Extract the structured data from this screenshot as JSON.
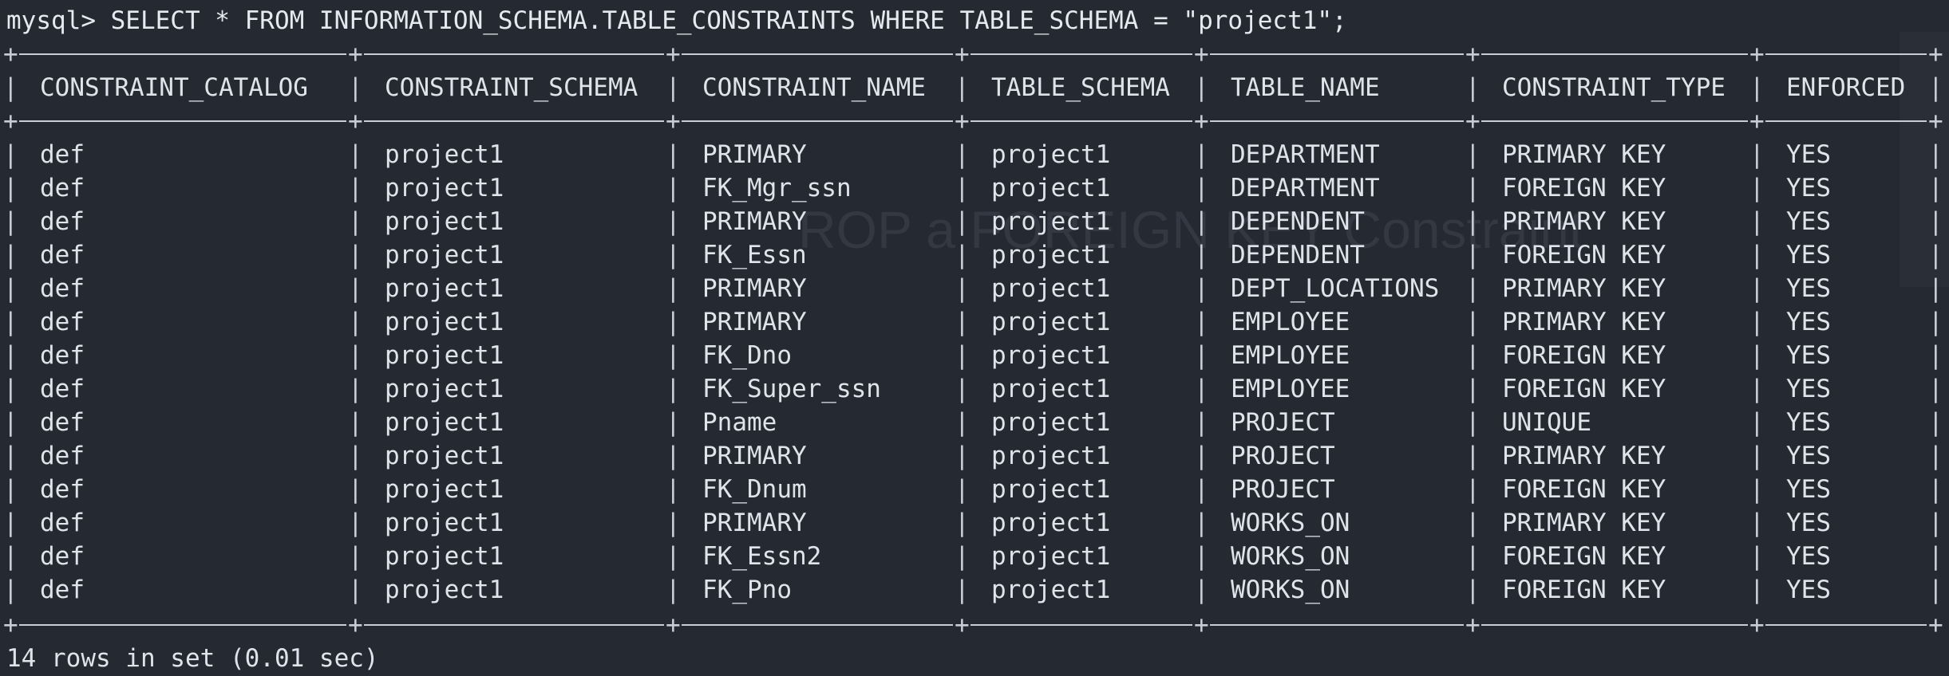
{
  "terminal": {
    "prompt": "mysql> SELECT * FROM INFORMATION_SCHEMA.TABLE_CONSTRAINTS WHERE TABLE_SCHEMA = \"project1\";",
    "columns": [
      "CONSTRAINT_CATALOG",
      "CONSTRAINT_SCHEMA",
      "CONSTRAINT_NAME",
      "TABLE_SCHEMA",
      "TABLE_NAME",
      "CONSTRAINT_TYPE",
      "ENFORCED"
    ],
    "rows": [
      [
        "def",
        "project1",
        "PRIMARY",
        "project1",
        "DEPARTMENT",
        "PRIMARY KEY",
        "YES"
      ],
      [
        "def",
        "project1",
        "FK_Mgr_ssn",
        "project1",
        "DEPARTMENT",
        "FOREIGN KEY",
        "YES"
      ],
      [
        "def",
        "project1",
        "PRIMARY",
        "project1",
        "DEPENDENT",
        "PRIMARY KEY",
        "YES"
      ],
      [
        "def",
        "project1",
        "FK_Essn",
        "project1",
        "DEPENDENT",
        "FOREIGN KEY",
        "YES"
      ],
      [
        "def",
        "project1",
        "PRIMARY",
        "project1",
        "DEPT_LOCATIONS",
        "PRIMARY KEY",
        "YES"
      ],
      [
        "def",
        "project1",
        "PRIMARY",
        "project1",
        "EMPLOYEE",
        "PRIMARY KEY",
        "YES"
      ],
      [
        "def",
        "project1",
        "FK_Dno",
        "project1",
        "EMPLOYEE",
        "FOREIGN KEY",
        "YES"
      ],
      [
        "def",
        "project1",
        "FK_Super_ssn",
        "project1",
        "EMPLOYEE",
        "FOREIGN KEY",
        "YES"
      ],
      [
        "def",
        "project1",
        "Pname",
        "project1",
        "PROJECT",
        "UNIQUE",
        "YES"
      ],
      [
        "def",
        "project1",
        "PRIMARY",
        "project1",
        "PROJECT",
        "PRIMARY KEY",
        "YES"
      ],
      [
        "def",
        "project1",
        "FK_Dnum",
        "project1",
        "PROJECT",
        "FOREIGN KEY",
        "YES"
      ],
      [
        "def",
        "project1",
        "PRIMARY",
        "project1",
        "WORKS_ON",
        "PRIMARY KEY",
        "YES"
      ],
      [
        "def",
        "project1",
        "FK_Essn2",
        "project1",
        "WORKS_ON",
        "FOREIGN KEY",
        "YES"
      ],
      [
        "def",
        "project1",
        "FK_Pno",
        "project1",
        "WORKS_ON",
        "FOREIGN KEY",
        "YES"
      ]
    ],
    "footer": "14 rows in set (0.01 sec)"
  },
  "colors": {
    "background": "#252931",
    "text": "#dfe3ea",
    "border": "#c8ccd4"
  }
}
